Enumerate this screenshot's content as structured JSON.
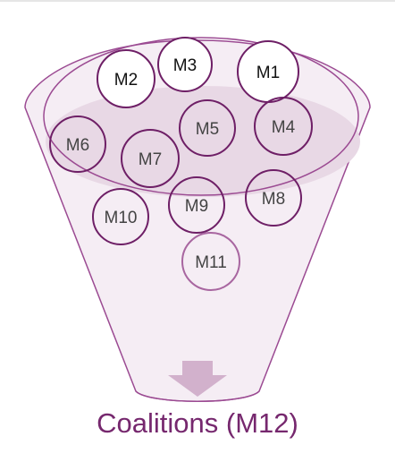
{
  "diagram": {
    "nodes": [
      {
        "id": "m1",
        "label": "M1",
        "style": "top"
      },
      {
        "id": "m2",
        "label": "M2",
        "style": "top"
      },
      {
        "id": "m3",
        "label": "M3",
        "style": "top"
      },
      {
        "id": "m4",
        "label": "M4",
        "style": "inside"
      },
      {
        "id": "m5",
        "label": "M5",
        "style": "inside"
      },
      {
        "id": "m6",
        "label": "M6",
        "style": "inside"
      },
      {
        "id": "m7",
        "label": "M7",
        "style": "inside"
      },
      {
        "id": "m8",
        "label": "M8",
        "style": "inside"
      },
      {
        "id": "m9",
        "label": "M9",
        "style": "inside"
      },
      {
        "id": "m10",
        "label": "M10",
        "style": "inside"
      },
      {
        "id": "m11",
        "label": "M11",
        "style": "lower"
      }
    ],
    "caption": "Coalitions (M12)"
  },
  "colors": {
    "funnel_stroke": "#9b4a92",
    "funnel_fill": "#ecdfea",
    "funnel_light": "#f5edf4",
    "circle_stroke": "#6e1f66",
    "lower_circle_stroke": "#a866a0",
    "arrow": "#d2b1cc",
    "caption": "#76286e"
  }
}
